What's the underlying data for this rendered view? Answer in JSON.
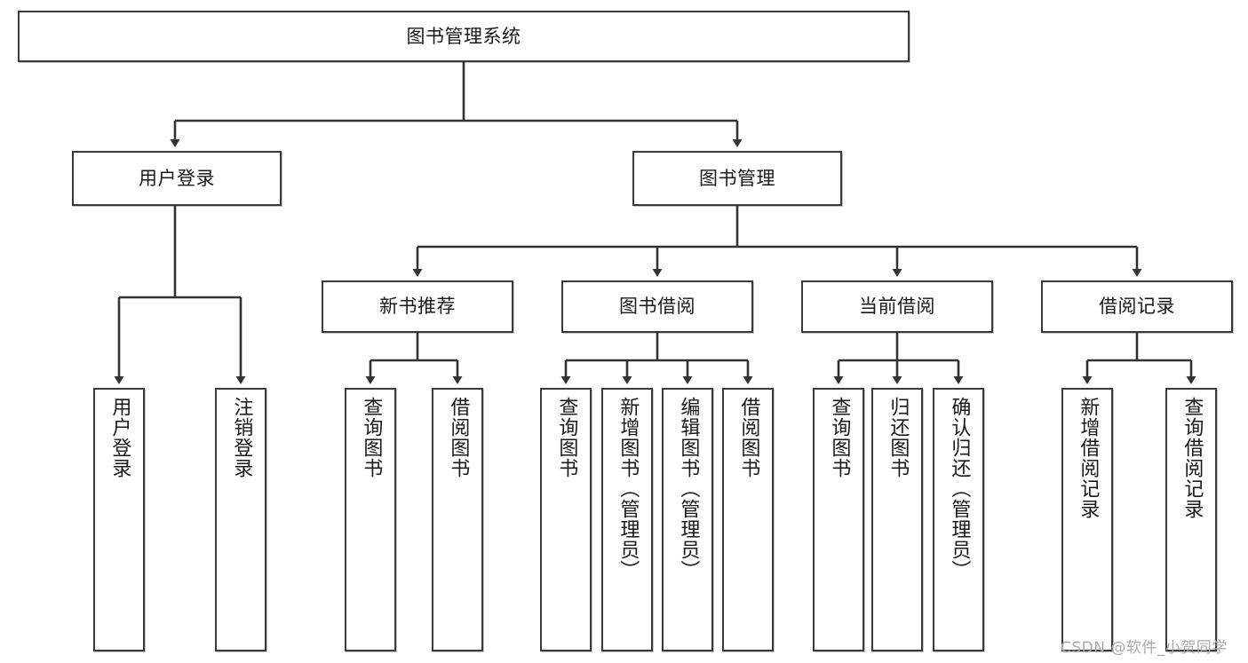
{
  "diagram": {
    "title": "图书管理系统",
    "type": "hierarchy-tree",
    "colors": {
      "box_border": "#3a3a3a",
      "box_fill": "#ffffff",
      "connector": "#333333",
      "text": "#1a1a1a",
      "watermark": "#a9a9a9"
    },
    "levels": {
      "root": {
        "label": "图书管理系统"
      },
      "level2": [
        {
          "label": "用户登录"
        },
        {
          "label": "图书管理"
        }
      ],
      "level3": [
        {
          "label": "新书推荐"
        },
        {
          "label": "图书借阅"
        },
        {
          "label": "当前借阅"
        },
        {
          "label": "借阅记录"
        }
      ],
      "leaves": {
        "user_login": [
          {
            "label": "用户登录"
          },
          {
            "label": "注销登录"
          }
        ],
        "new_book": [
          {
            "label": "查询图书"
          },
          {
            "label": "借阅图书"
          }
        ],
        "book_borrow": [
          {
            "label": "查询图书"
          },
          {
            "label": "新增图书（管理员）"
          },
          {
            "label": "编辑图书（管理员）"
          },
          {
            "label": "借阅图书"
          }
        ],
        "current_borrow": [
          {
            "label": "查询图书"
          },
          {
            "label": "归还图书"
          },
          {
            "label": "确认归还（管理员）"
          }
        ],
        "borrow_record": [
          {
            "label": "新增借阅记录"
          },
          {
            "label": "查询借阅记录"
          }
        ]
      }
    },
    "watermark": "CSDN @软件_小贺同学"
  }
}
